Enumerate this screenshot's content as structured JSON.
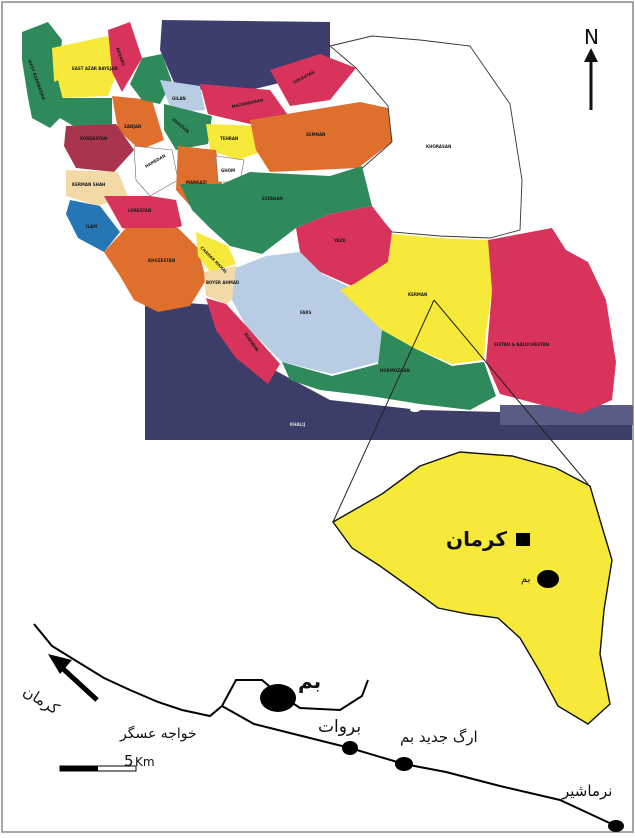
{
  "north_label": "N",
  "provinces": {
    "east_azarbayjan": "EAST AZAR BAYEJAN",
    "west_azarbayjan": "WEST AZARBAYJAN",
    "ardabil": "ARDABIL",
    "gilan": "GILAN",
    "mazandaran": "MAZANDARAN",
    "golestan": "GOLESTAN",
    "zanjan": "ZANJAN",
    "kordestan": "KORDESTAN",
    "ghazvin": "GHAZVIN",
    "tehran": "TEHRAN",
    "semnan": "SEMNAN",
    "khorasan": "KHORASAN",
    "hamedan": "HAMEDAN",
    "kermanshah": "KERMAN SHAH",
    "markazi": "MARKAZI",
    "ghom": "GHOM",
    "lorestan": "LORESTAN",
    "ilam": "ILAM",
    "esfahan": "ESFAHAN",
    "khuzestan": "KHUZESTAN",
    "chahar_mahal": "CHAHAR MAHAL",
    "boyer_ahmad": "BOYER AHMAD",
    "yazd": "YAZD",
    "kerman": "KERMAN",
    "fars": "FARS",
    "bushehr": "BUSHEHR",
    "hormozgan": "HORMOZGAN",
    "sistan": "SISTAN & BALUCHESTAN",
    "khalij": "KHALIJ"
  },
  "inset": {
    "kerman_city": "کرمان",
    "bam_small": "بم"
  },
  "route": {
    "to_kerman": "کرمان",
    "khajeh_askar": "خواجه عسگر",
    "bam": "بم",
    "baravat": "بروات",
    "arg_jadid": "ارگ جدید بم",
    "narmashir": "نرماشیر"
  },
  "scale": {
    "number": "5",
    "unit": "Km"
  },
  "colors": {
    "kerman_yellow": "#f7e93a",
    "crimson": "#d8335a",
    "green": "#2f8a5b",
    "orange": "#de6f2c",
    "navy": "#3d3e6e",
    "light_blue": "#b8cde4",
    "blue": "#2476b4",
    "tan": "#f2d9a6",
    "maroon": "#a8354b",
    "sea_dark": "#3c3d68"
  }
}
